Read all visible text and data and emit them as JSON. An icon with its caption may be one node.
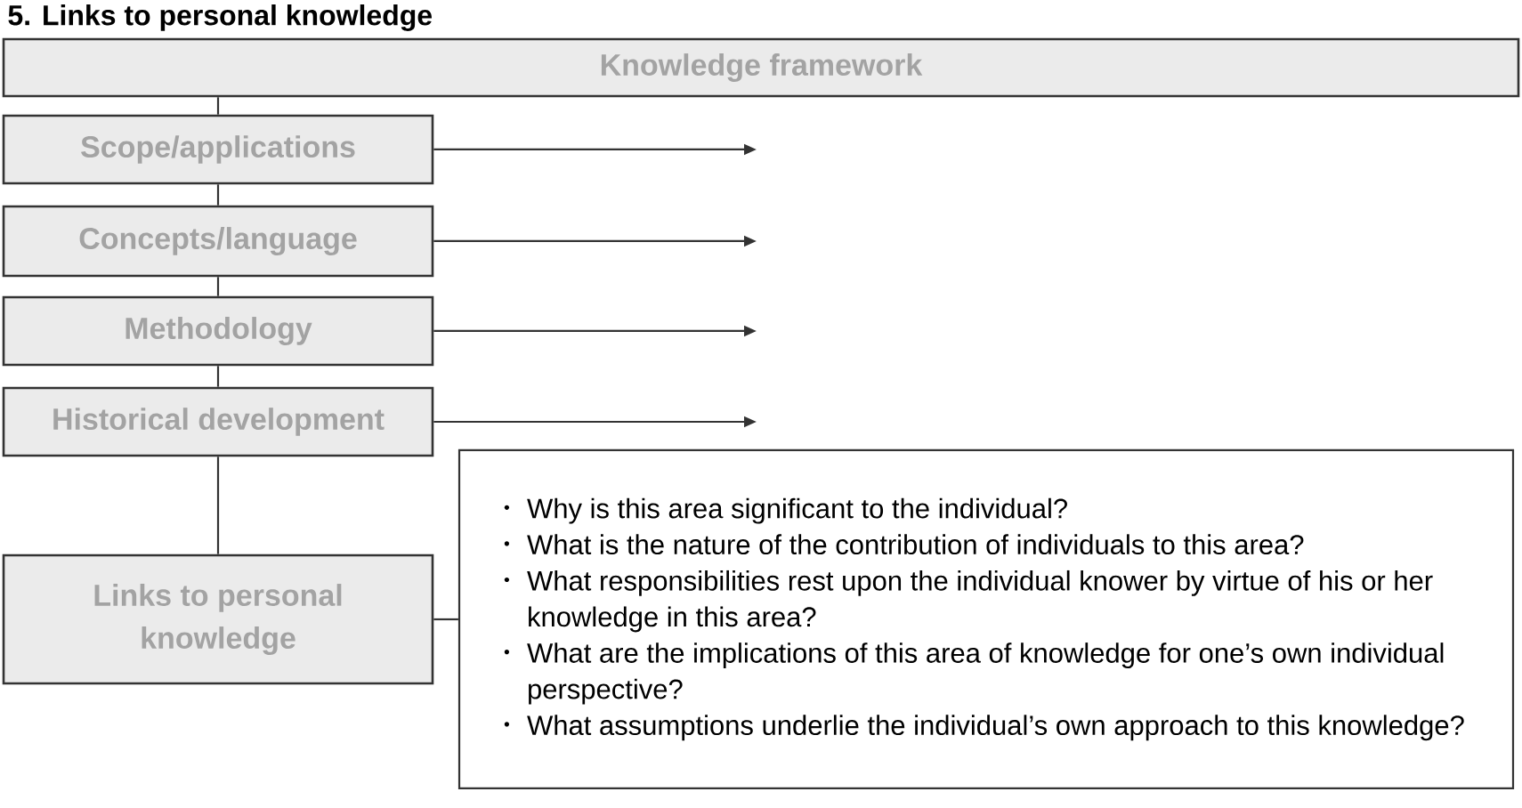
{
  "diagram": {
    "title": "5. Links to personal knowledge",
    "nodes": [
      {
        "text": [
          "Knowledge framework"
        ]
      },
      {
        "text": [
          "Scope/applications"
        ]
      },
      {
        "text": [
          "Concepts/language"
        ]
      },
      {
        "text": [
          "Methodology"
        ]
      },
      {
        "text": [
          "Historical development"
        ]
      },
      {
        "text": [
          "Links to personal knowledge"
        ]
      },
      {
        "text": [
          "Why is this area significant to the individual?",
          "What is the nature of the contribution of individuals to this area?",
          "What responsibilities rest upon the individual knower by virtue of his or her knowledge in this area?",
          "What are the implications of this area of knowledge for one’s own individual perspective?",
          "What assumptions underlie the individual’s own approach to this knowledge?"
        ]
      }
    ],
    "edges": [
      {
        "from": 0,
        "to": 1,
        "arrow": "none"
      },
      {
        "from": 1,
        "to": 2,
        "arrow": "none"
      },
      {
        "from": 2,
        "to": 3,
        "arrow": "none"
      },
      {
        "from": 3,
        "to": 4,
        "arrow": "none"
      },
      {
        "from": 4,
        "to": 5,
        "arrow": "none"
      },
      {
        "from": 5,
        "to": 6,
        "arrow": "none"
      },
      {
        "from": 1,
        "to": null,
        "arrow": "to"
      },
      {
        "from": 2,
        "to": null,
        "arrow": "to"
      },
      {
        "from": 3,
        "to": null,
        "arrow": "to"
      },
      {
        "from": 4,
        "to": null,
        "arrow": "to"
      }
    ]
  }
}
